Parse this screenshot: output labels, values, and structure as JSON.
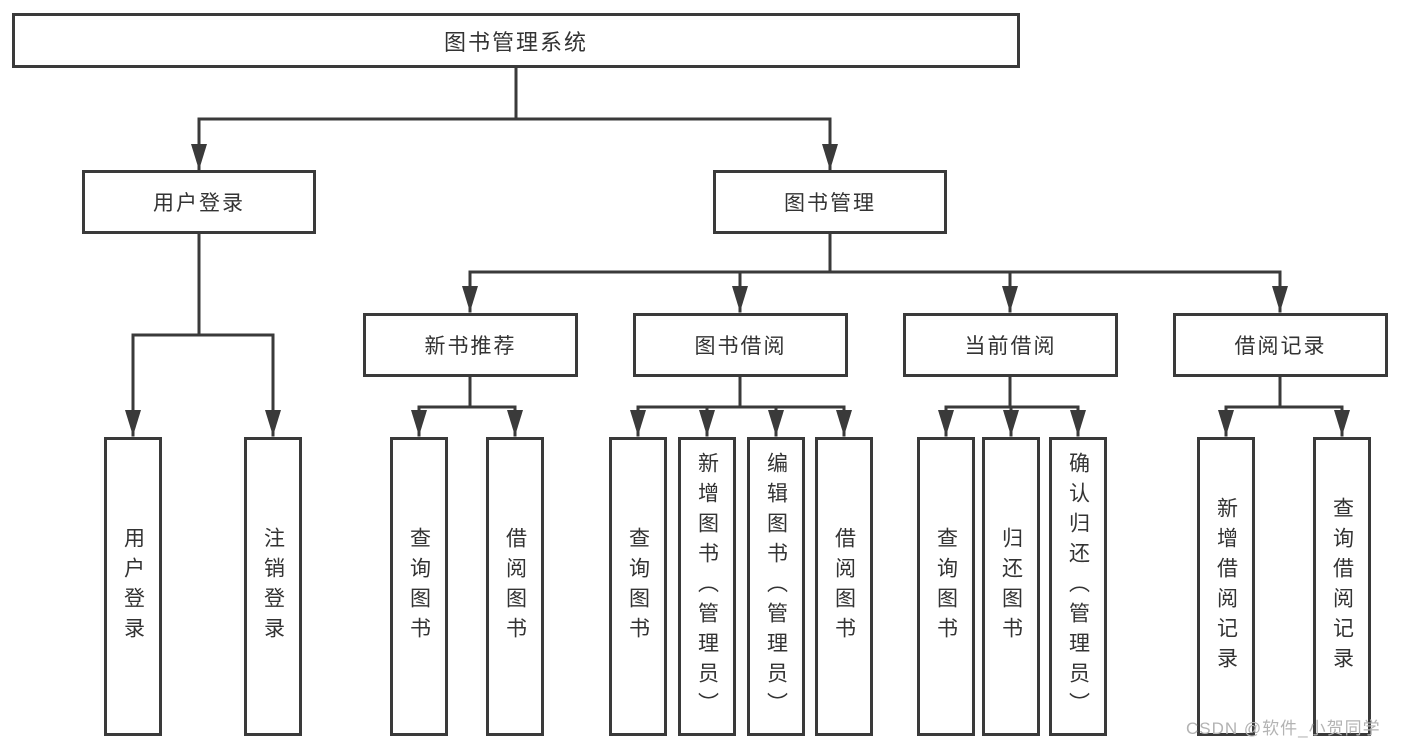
{
  "title": {
    "label": "图书管理系统"
  },
  "level1": {
    "user_login": "用户登录",
    "book_mgmt": "图书管理"
  },
  "level2": {
    "new_book": "新书推荐",
    "book_borrow": "图书借阅",
    "current_borrow": "当前借阅",
    "borrow_record": "借阅记录"
  },
  "leaves": {
    "user_login": [
      "用户登录",
      "注销登录"
    ],
    "new_book": [
      "查询图书",
      "借阅图书"
    ],
    "book_borrow": [
      "查询图书",
      "新增图书（管理员）",
      "编辑图书（管理员）",
      "借阅图书"
    ],
    "current_borrow": [
      "查询图书",
      "归还图书",
      "确认归还（管理员）"
    ],
    "borrow_record": [
      "新增借阅记录",
      "查询借阅记录"
    ]
  },
  "watermark": "CSDN @软件_小贺同学",
  "colors": {
    "line": "#3a3a3a",
    "text": "#333333",
    "watermark": "#b3b3b3",
    "bg": "#ffffff"
  }
}
